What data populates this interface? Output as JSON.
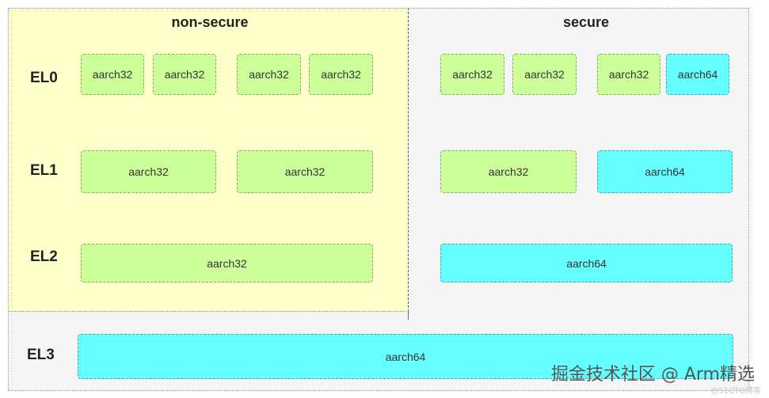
{
  "regions": {
    "non_secure_title": "non-secure",
    "secure_title": "secure"
  },
  "levels": {
    "el0": "EL0",
    "el1": "EL1",
    "el2": "EL2",
    "el3": "EL3"
  },
  "non_secure": {
    "el0": [
      "aarch32",
      "aarch32",
      "aarch32",
      "aarch32"
    ],
    "el1": [
      "aarch32",
      "aarch32"
    ],
    "el2": [
      "aarch32"
    ]
  },
  "secure": {
    "el0": [
      "aarch32",
      "aarch32",
      "aarch32",
      "aarch64"
    ],
    "el1": [
      "aarch32",
      "aarch64"
    ],
    "el2": [
      "aarch64"
    ]
  },
  "el3_box": "aarch64",
  "colors": {
    "aarch32": "#ccff99",
    "aarch64": "#66ffff",
    "non_secure_bg": "#ffffcc",
    "secure_bg": "#f5f5f5"
  },
  "watermark": "掘金技术社区 @ Arm精选",
  "watermark_sub": "@51CTO博客"
}
